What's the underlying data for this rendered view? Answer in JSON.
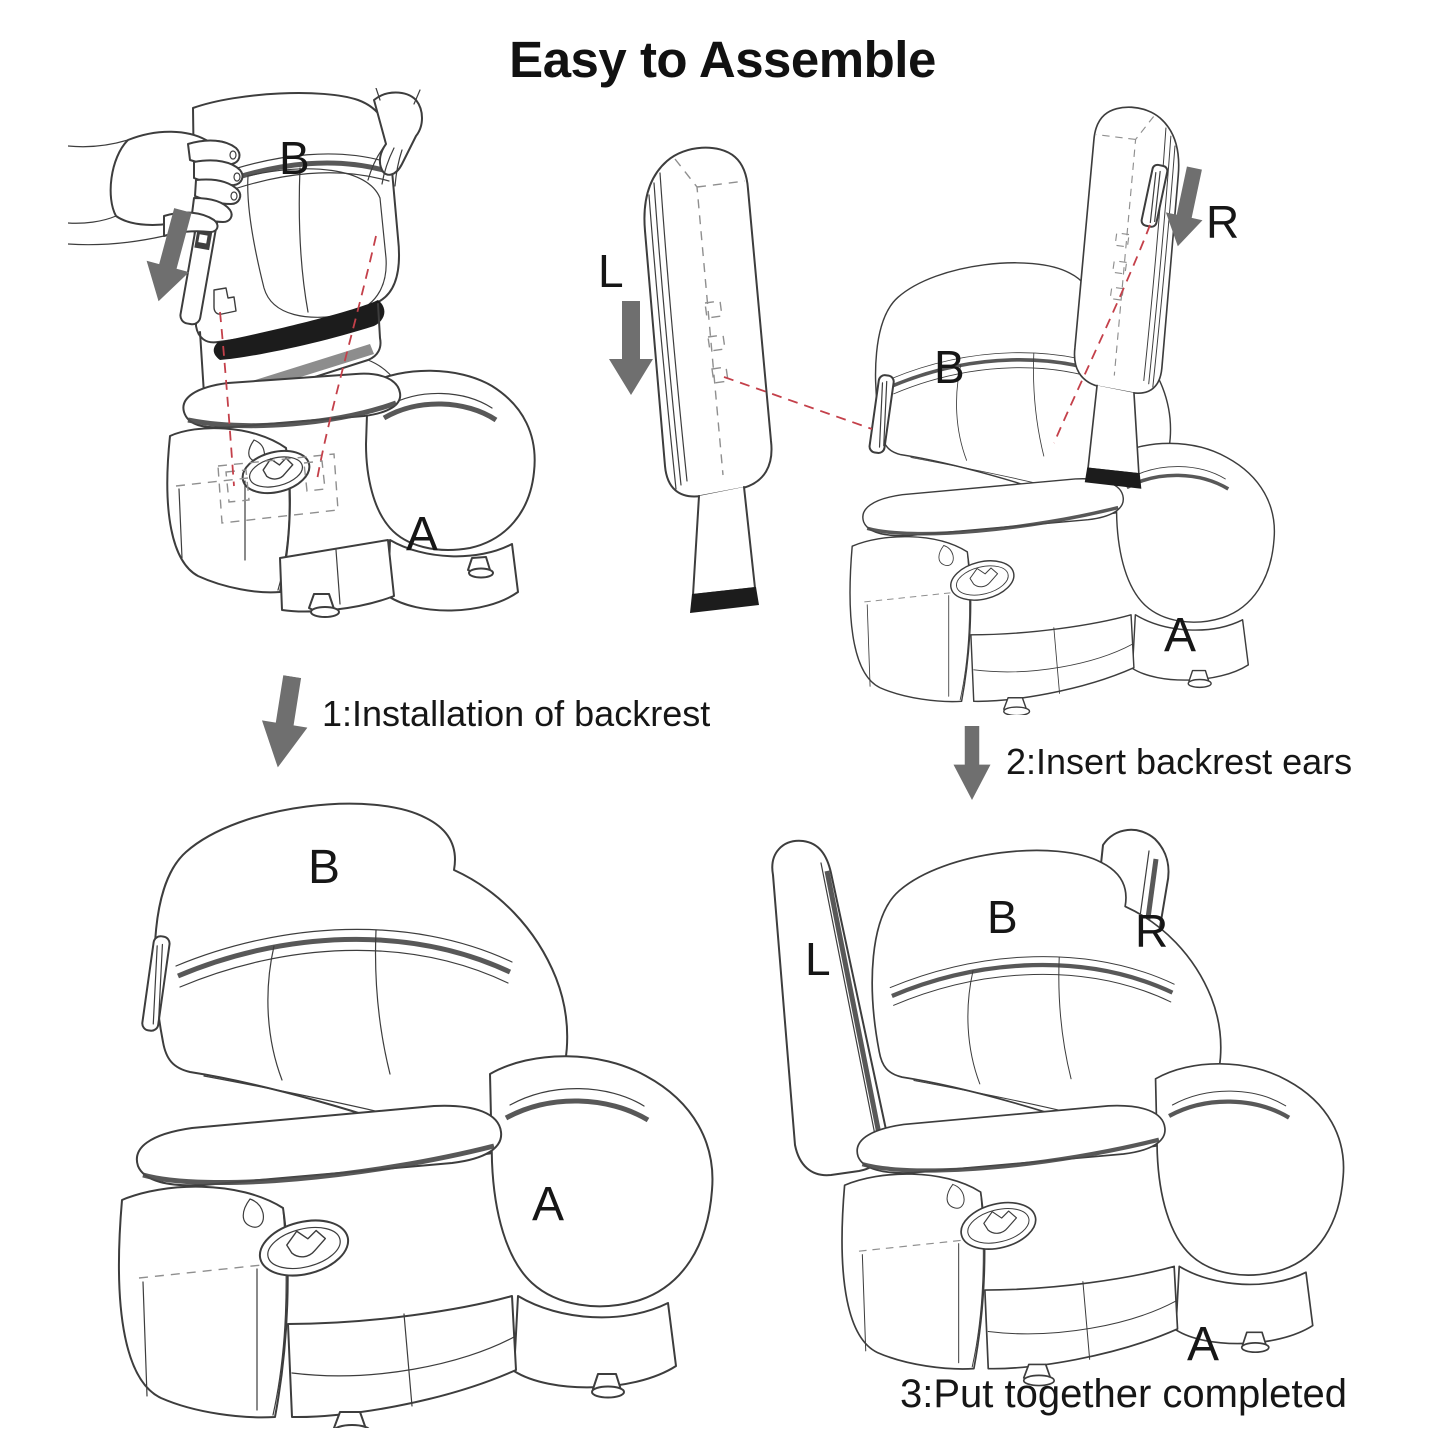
{
  "title": "Easy to Assemble",
  "captions": {
    "step1": "1:Installation of backrest",
    "step2": "2:Insert backrest ears",
    "step3": "3:Put together completed"
  },
  "part_labels": {
    "backrest": "B",
    "base": "A",
    "left_armrest": "L",
    "right_armrest": "R"
  },
  "icons": {
    "down_arrow": "solid gray down arrow",
    "guide_line": "red dashed alignment line",
    "hands": "hands holding backrest"
  },
  "colors": {
    "background": "#ffffff",
    "line": "#3d3d3d",
    "text": "#161616",
    "arrow_gray": "#6f6f6f",
    "guide_red": "#c4404a",
    "accent_black": "#1c1c1c",
    "accent_gray": "#8d8d8d"
  }
}
